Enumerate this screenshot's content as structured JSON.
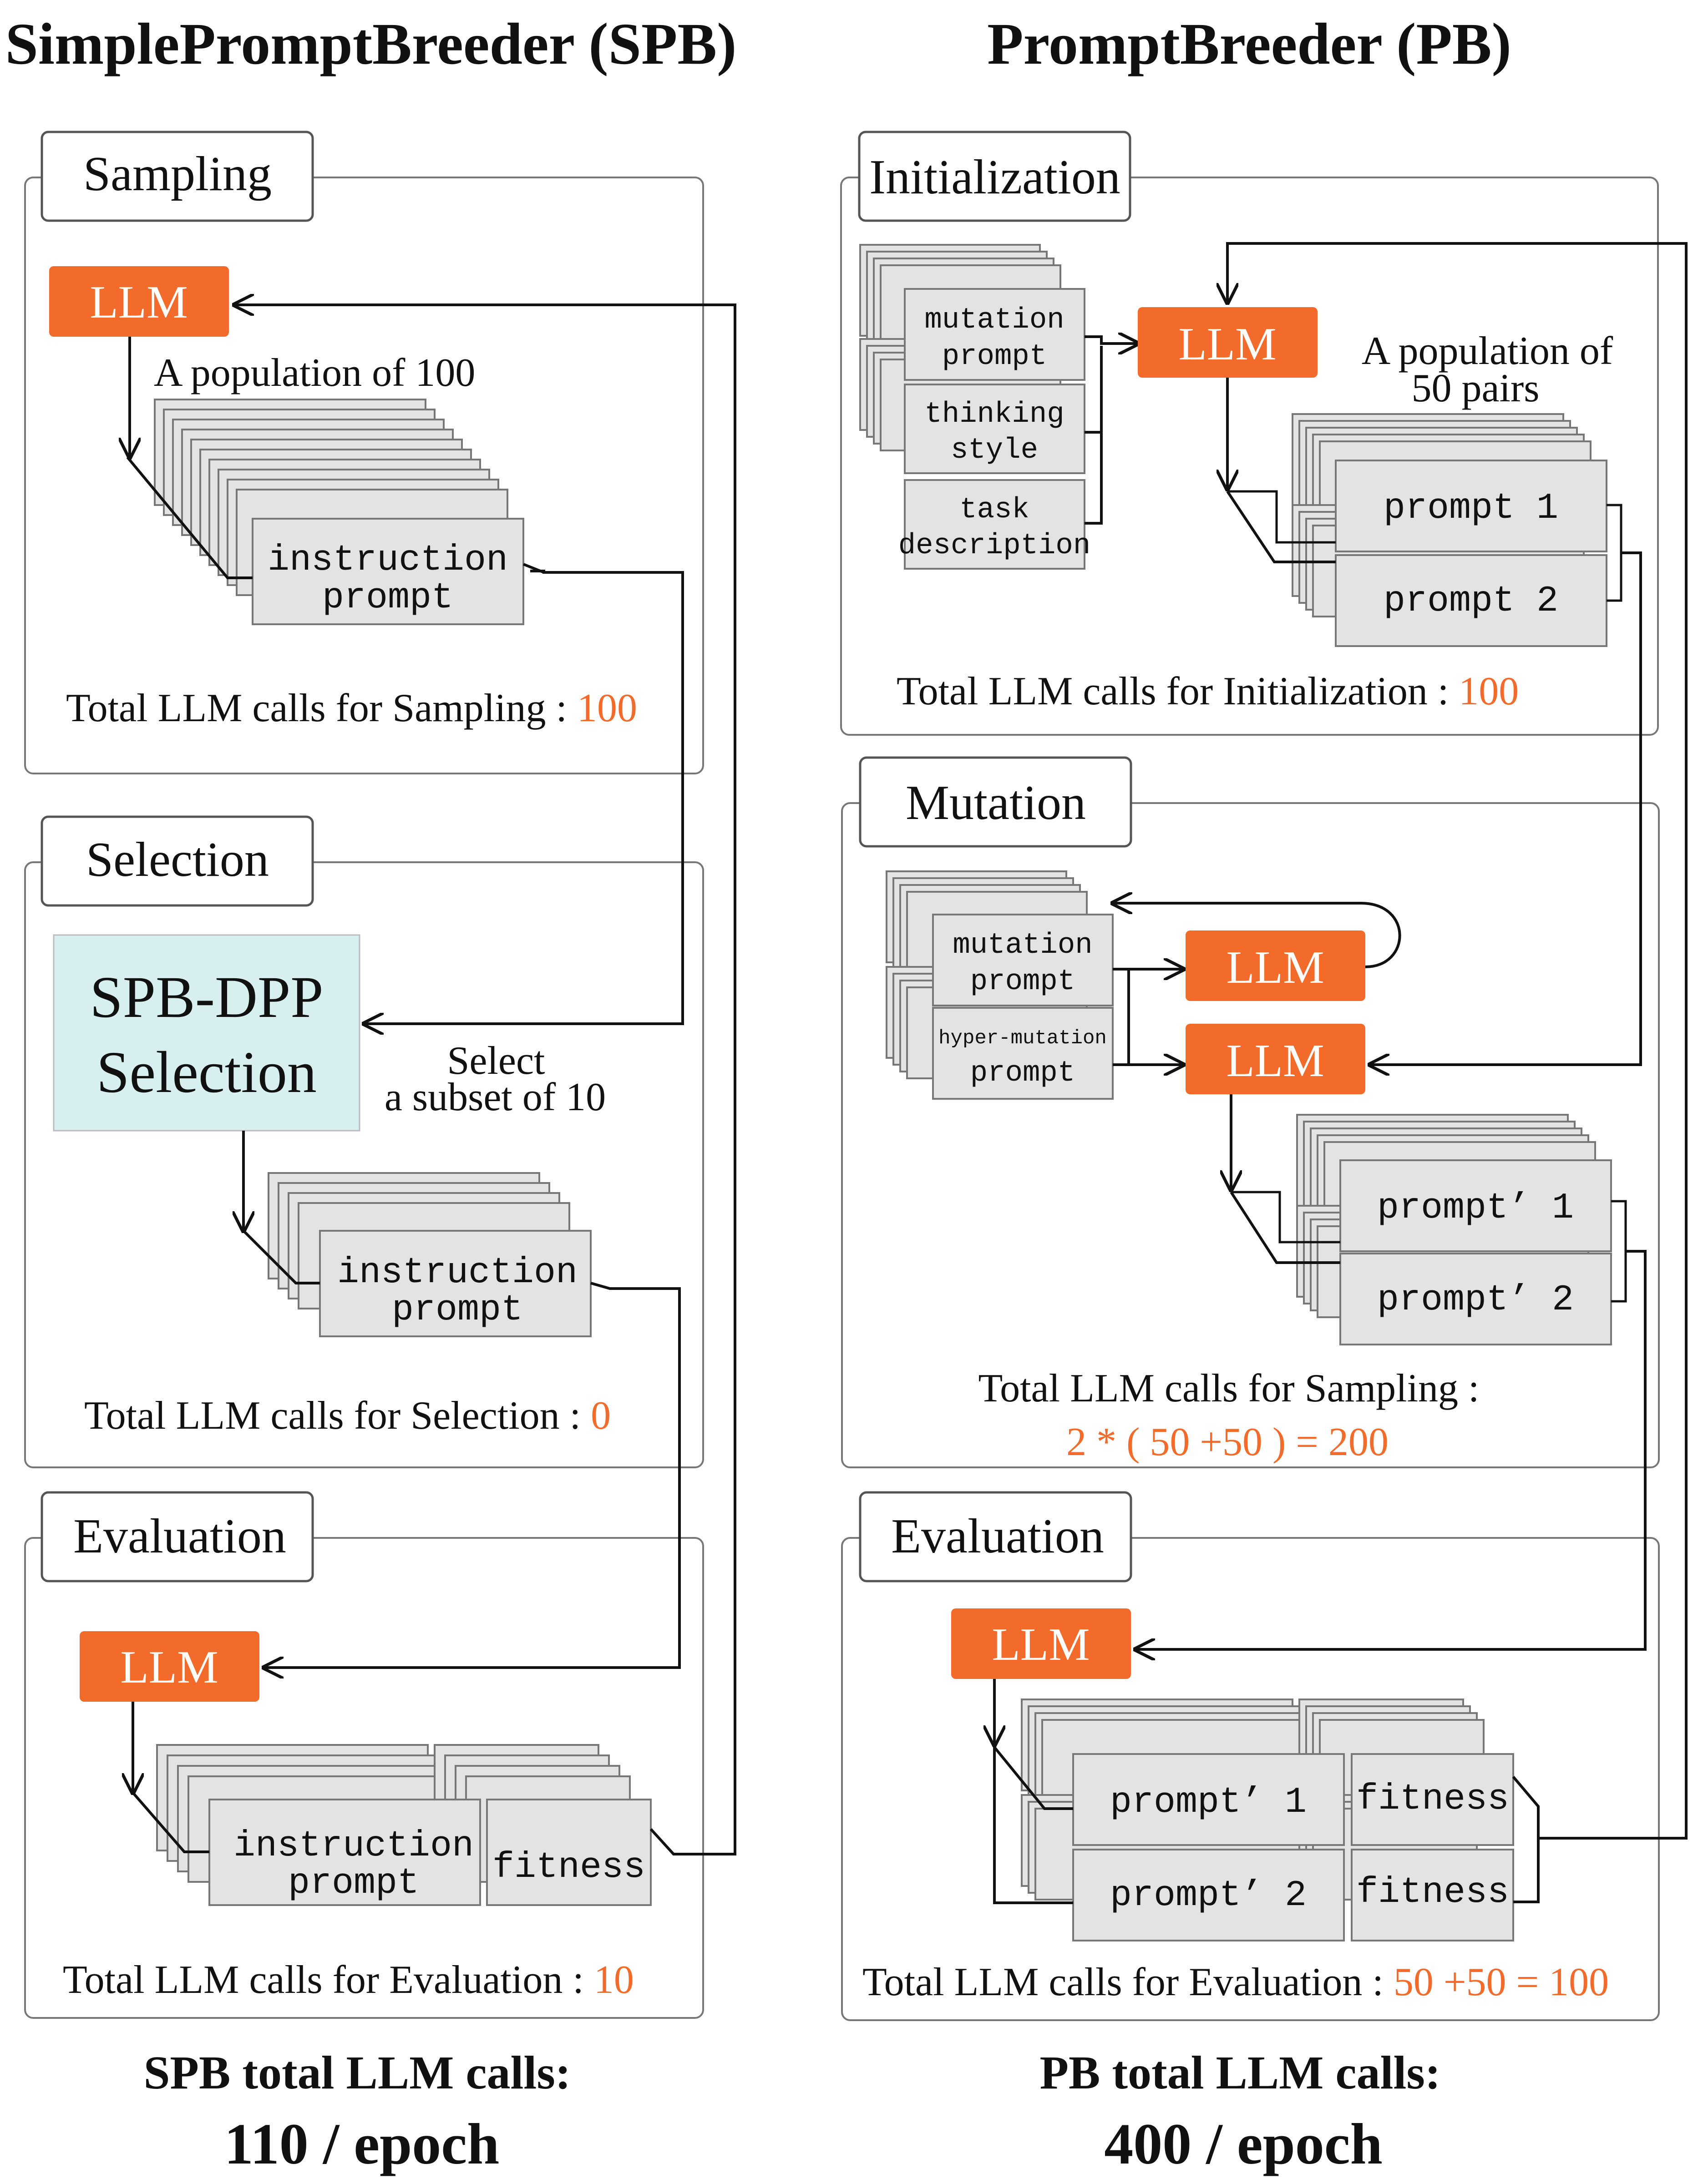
{
  "spb": {
    "title": "SimplePromptBreeder (SPB)",
    "sampling": {
      "header": "Sampling",
      "llm": "LLM",
      "population_label": "A population of 100",
      "card": [
        "instruction",
        "prompt"
      ],
      "total_label": "Total LLM calls for Sampling : ",
      "total_value": "100"
    },
    "selection": {
      "header": "Selection",
      "dpp": [
        "SPB-DPP",
        "Selection"
      ],
      "subset_label": [
        "Select",
        "a subset  of 10"
      ],
      "card": [
        "instruction",
        "prompt"
      ],
      "total_label": "Total LLM calls for Selection : ",
      "total_value": "0"
    },
    "evaluation": {
      "header": "Evaluation",
      "llm": "LLM",
      "card": [
        "instruction",
        "prompt"
      ],
      "fitness": "fitness",
      "total_label": "Total LLM calls for Evaluation : ",
      "total_value": "10"
    },
    "summary_label": "SPB total LLM calls:",
    "summary_value": "110 / epoch"
  },
  "pb": {
    "title": "PromptBreeder (PB)",
    "initialization": {
      "header": "Initialization",
      "inputs": [
        [
          "mutation",
          "prompt"
        ],
        [
          "thinking",
          "style"
        ],
        [
          "task",
          "description"
        ]
      ],
      "llm": "LLM",
      "population_label": [
        "A population of",
        "50 pairs"
      ],
      "prompts": [
        "prompt 1",
        "prompt 2"
      ],
      "total_label": "Total LLM calls for Initialization : ",
      "total_value": "100"
    },
    "mutation": {
      "header": "Mutation",
      "inputs": [
        [
          "mutation",
          "prompt"
        ],
        [
          "hyper-mutation",
          "prompt"
        ]
      ],
      "llm_top": "LLM",
      "llm_bottom": "LLM",
      "prompts": [
        "prompt’ 1",
        "prompt’ 2"
      ],
      "total_label": "Total LLM calls for Sampling :",
      "total_value": "2 * ( 50 +50 ) = 200"
    },
    "evaluation": {
      "header": "Evaluation",
      "llm": "LLM",
      "prompts": [
        "prompt’ 1",
        "prompt’ 2"
      ],
      "fitness": [
        "fitness",
        "fitness"
      ],
      "total_label": "Total LLM calls for Evaluation : ",
      "total_value": "50 +50 = 100"
    },
    "summary_label": "PB total LLM calls:",
    "summary_value": "400 / epoch"
  },
  "colors": {
    "llm_fill": "#f26b2a",
    "accent_text": "#f26b2a",
    "dpp_fill": "#d8efef",
    "card_fill": "#e3e3e3"
  }
}
